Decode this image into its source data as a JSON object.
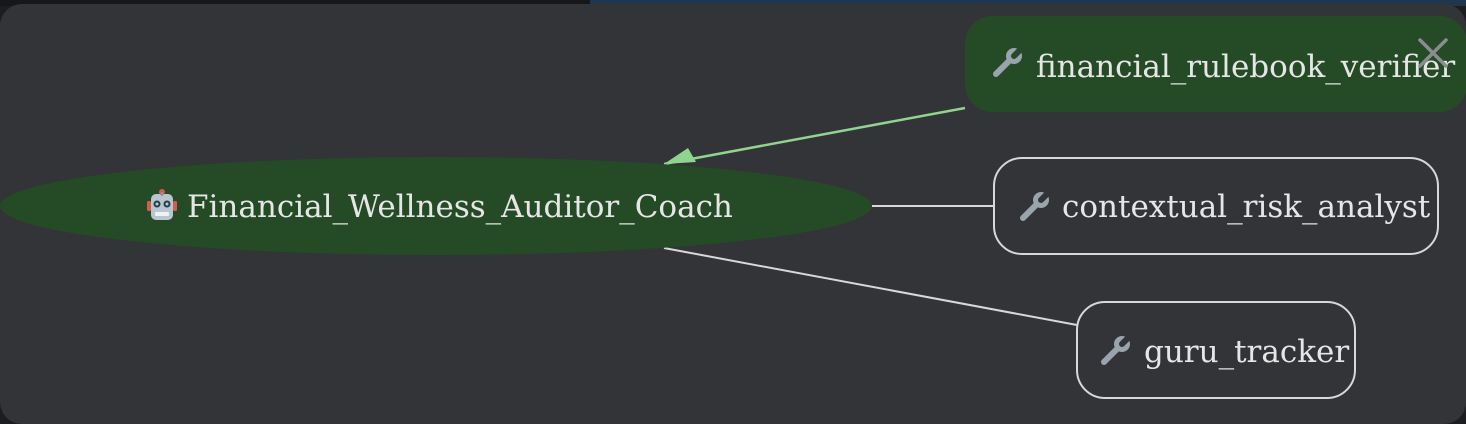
{
  "graph": {
    "root": {
      "label": "Financial_Wellness_Auditor_Coach",
      "icon": "robot-icon",
      "fill": "#254b26"
    },
    "tools": [
      {
        "label": "financial_rulebook_verifier",
        "icon": "wrench-icon",
        "highlighted": true
      },
      {
        "label": "contextual_risk_analyst",
        "icon": "wrench-icon",
        "highlighted": false
      },
      {
        "label": "guru_tracker",
        "icon": "wrench-icon",
        "highlighted": false
      }
    ],
    "colors": {
      "panel": "#333437",
      "highlight_fill": "#254b26",
      "active_edge": "#8fd48f",
      "edge": "#d8d8d8",
      "node_border": "#d8d8d8"
    }
  },
  "controls": {
    "close_icon": "close-icon"
  }
}
